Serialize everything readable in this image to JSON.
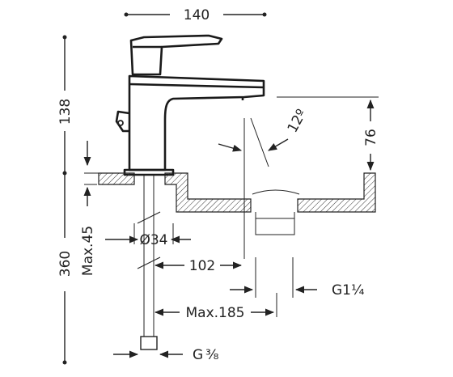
{
  "dimensions": {
    "width_top": "140",
    "height_total": "138",
    "depth_360": "360",
    "max45": "Max.45",
    "angle": "12º",
    "height_76": "76",
    "hole_diameter": "Ø34",
    "reach_102": "102",
    "max185": "Max.185",
    "thread_g114": "G1",
    "thread_g114_frac": "¼",
    "thread_g38": "G",
    "thread_g38_frac": "³⁄₈"
  }
}
